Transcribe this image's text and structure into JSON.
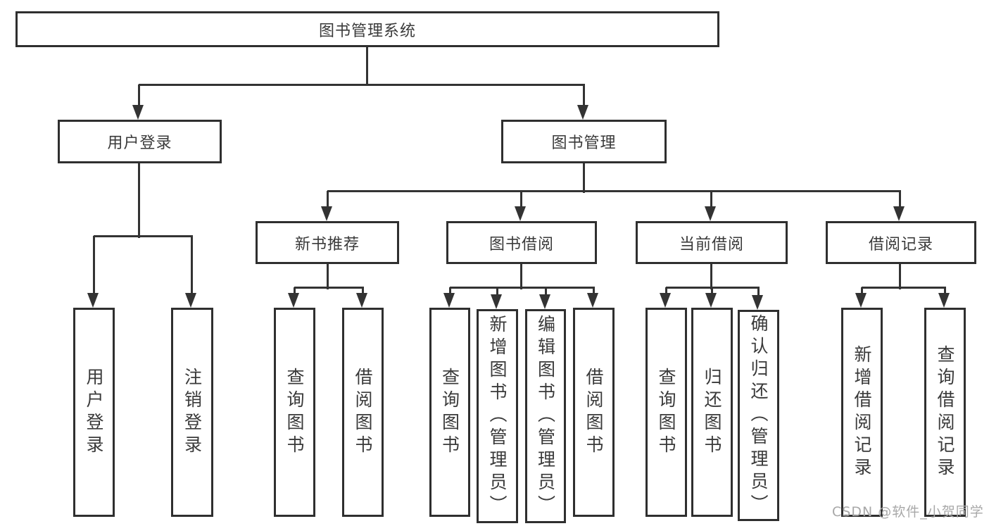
{
  "diagram": {
    "type": "hierarchy-tree",
    "title": "图书管理系统"
  },
  "colors": {
    "line": "#333333",
    "border": "#2f2f2f",
    "text": "#3a3a3a",
    "watermark": "#a8a8a8",
    "background": "#ffffff"
  },
  "nodes": {
    "root": {
      "label": "图书管理系统",
      "children": [
        "user_login",
        "book_mgmt"
      ]
    },
    "user_login": {
      "label": "用户登录",
      "children": [
        "login",
        "logout"
      ]
    },
    "book_mgmt": {
      "label": "图书管理",
      "children": [
        "new_book_rec",
        "book_borrow",
        "current_borrow",
        "borrow_records"
      ]
    },
    "login": {
      "label": "用户登录"
    },
    "logout": {
      "label": "注销登录"
    },
    "new_book_rec": {
      "label": "新书推荐",
      "children": [
        "nbr_query_book",
        "nbr_borrow_book"
      ]
    },
    "nbr_query_book": {
      "label": "查询图书"
    },
    "nbr_borrow_book": {
      "label": "借阅图书"
    },
    "book_borrow": {
      "label": "图书借阅",
      "children": [
        "bb_query_book",
        "bb_add_book",
        "bb_edit_book",
        "bb_borrow_book"
      ]
    },
    "bb_query_book": {
      "label": "查询图书"
    },
    "bb_add_book": {
      "label": "新增图书（管理员）"
    },
    "bb_edit_book": {
      "label": "编辑图书（管理员）"
    },
    "bb_borrow_book": {
      "label": "借阅图书"
    },
    "current_borrow": {
      "label": "当前借阅",
      "children": [
        "cb_query_book",
        "cb_return_book",
        "cb_confirm_return"
      ]
    },
    "cb_query_book": {
      "label": "查询图书"
    },
    "cb_return_book": {
      "label": "归还图书"
    },
    "cb_confirm_return": {
      "label": "确认归还（管理员）"
    },
    "borrow_records": {
      "label": "借阅记录",
      "children": [
        "br_add_record",
        "br_query_record"
      ]
    },
    "br_add_record": {
      "label": "新增借阅记录"
    },
    "br_query_record": {
      "label": "查询借阅记录"
    }
  },
  "watermark": "CSDN @软件_小贺同学"
}
